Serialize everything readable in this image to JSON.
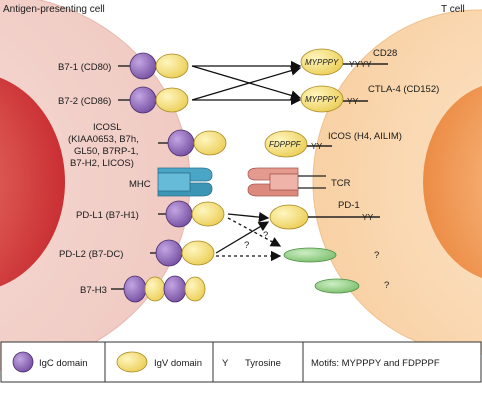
{
  "header": {
    "apc_title": "Antigen-presenting cell",
    "tcell_title": "T cell"
  },
  "apc_labels": {
    "b71": "B7-1 (CD80)",
    "b72": "B7-2 (CD86)",
    "icosl_1": "ICOSL",
    "icosl_2": "(KIAA0653, B7h,",
    "icosl_3": "GL50, B7RP-1,",
    "icosl_4": "B7-H2, LICOS)",
    "mhc": "MHC",
    "pdl1": "PD-L1 (B7-H1)",
    "pdl2": "PD-L2 (B7-DC)",
    "b7h3": "B7-H3"
  },
  "tcell_labels": {
    "cd28": "CD28",
    "ctla4": "CTLA-4 (CD152)",
    "icos": "ICOS (H4, AILIM)",
    "tcr": "TCR",
    "pd1": "PD-1",
    "q1": "?",
    "q2": "?"
  },
  "motifs": {
    "mypppy_1": "MYPPPY",
    "mypppy_2": "MYPPPY",
    "fdpppf": "FDPPPF",
    "yyyy": "YYYY",
    "yy_ctla4": "YY",
    "yy_icos": "YY",
    "yy_pd1": "YY"
  },
  "arrows": {
    "q_dashed_1": "?",
    "q_dashed_2": "?"
  },
  "legend": {
    "igc": "IgC domain",
    "igv": "IgV domain",
    "y_symbol": "Y",
    "tyrosine": "Tyrosine",
    "motifs": "Motifs: MYPPPY and FDPPPF"
  },
  "colors": {
    "apc_cell": "#f3d3ce",
    "apc_nucleus": "#d84a4a",
    "tcell": "#fbdcb8",
    "tcell_nucleus": "#f2a66a",
    "igc": "#8a63b8",
    "igv": "#f3dd7a",
    "ligand_unknown": "#8fce84",
    "mhc": "#4aa6c6",
    "tcr": "#e59a8f"
  }
}
